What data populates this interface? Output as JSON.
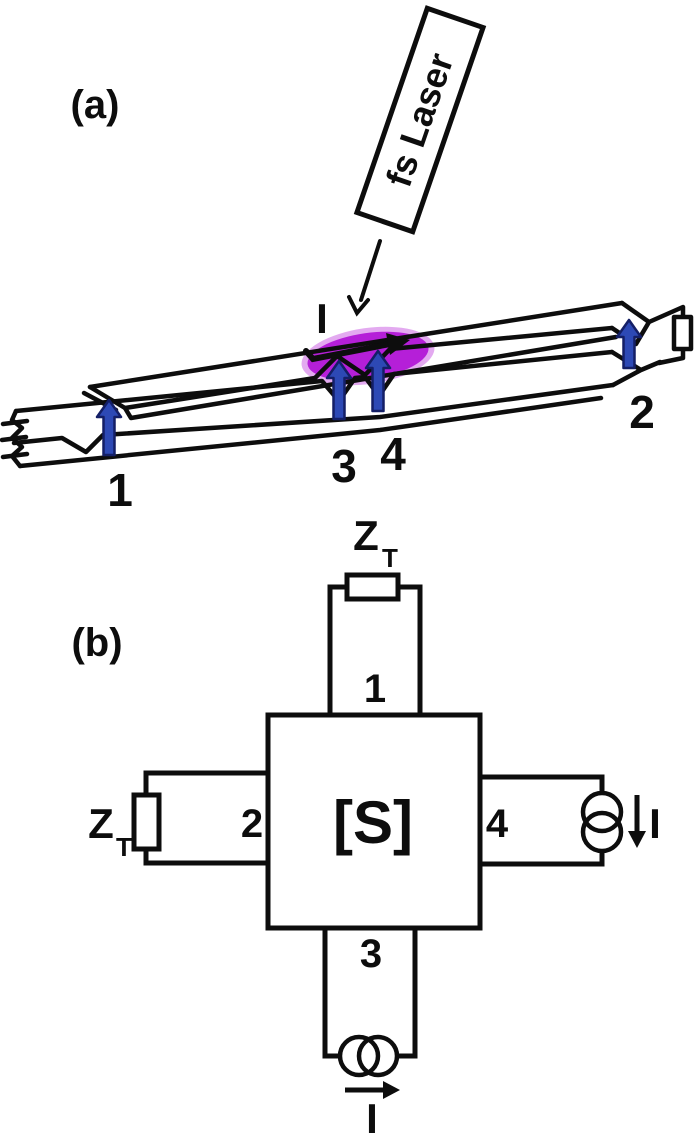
{
  "figure": {
    "panel_a": {
      "label": "(a)",
      "laser_label": "fs Laser",
      "current_label": "I",
      "ports": {
        "p1": "1",
        "p2": "2",
        "p3": "3",
        "p4": "4"
      },
      "colors": {
        "laser_spot": "#b51fd8",
        "blue_arrow_fill": "#2d49b5",
        "blue_arrow_outline": "#141f66",
        "line": "#0d0d0d"
      }
    },
    "panel_b": {
      "label": "(b)",
      "smatrix_label": "[S]",
      "impedance_symbol": "Z",
      "impedance_subscript": "T",
      "current_label": "I",
      "ports": {
        "p1": "1",
        "p2": "2",
        "p3": "3",
        "p4": "4"
      }
    }
  }
}
